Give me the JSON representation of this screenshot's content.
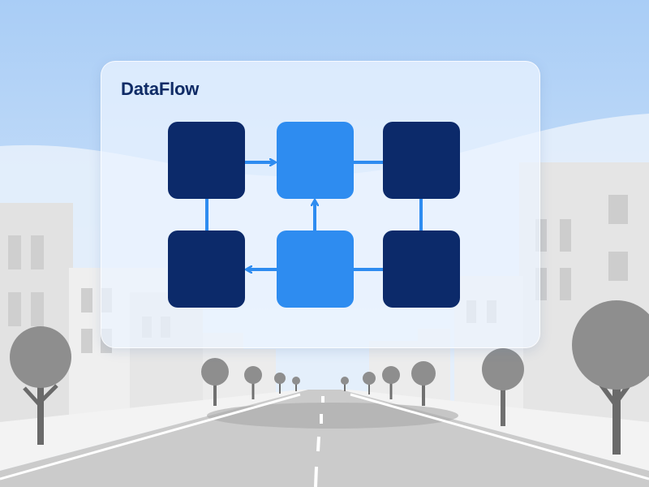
{
  "app": {
    "title": "DataFlow"
  },
  "colors": {
    "brand_text": "#0f2b66",
    "node_dark": "#0c2a6a",
    "node_light": "#2e8cf0",
    "connector": "#2e8cf0",
    "sky_top": "#a9cdf6",
    "sky_bottom": "#dcebfb",
    "building": "#e3e3e3",
    "road": "#c9c9c9",
    "tree": "#8d8d8d"
  },
  "diagram": {
    "nodes": [
      {
        "id": "node-1",
        "tone": "dark"
      },
      {
        "id": "node-2",
        "tone": "light"
      },
      {
        "id": "node-3",
        "tone": "dark"
      },
      {
        "id": "node-4",
        "tone": "dark"
      },
      {
        "id": "node-5",
        "tone": "light"
      },
      {
        "id": "node-6",
        "tone": "dark"
      }
    ],
    "connectors": [
      {
        "from": "node-1",
        "to": "node-2",
        "arrow": true
      },
      {
        "from": "node-2",
        "to": "node-3",
        "arrow": false
      },
      {
        "from": "node-1",
        "to": "node-4",
        "arrow": false
      },
      {
        "from": "node-5",
        "to": "node-2",
        "arrow": true
      },
      {
        "from": "node-3",
        "to": "node-6",
        "arrow": false
      },
      {
        "from": "node-5",
        "to": "node-4",
        "arrow": true
      },
      {
        "from": "node-6",
        "to": "node-5",
        "arrow": false
      }
    ]
  },
  "background": {
    "scene": "street-with-buildings-and-trees"
  }
}
